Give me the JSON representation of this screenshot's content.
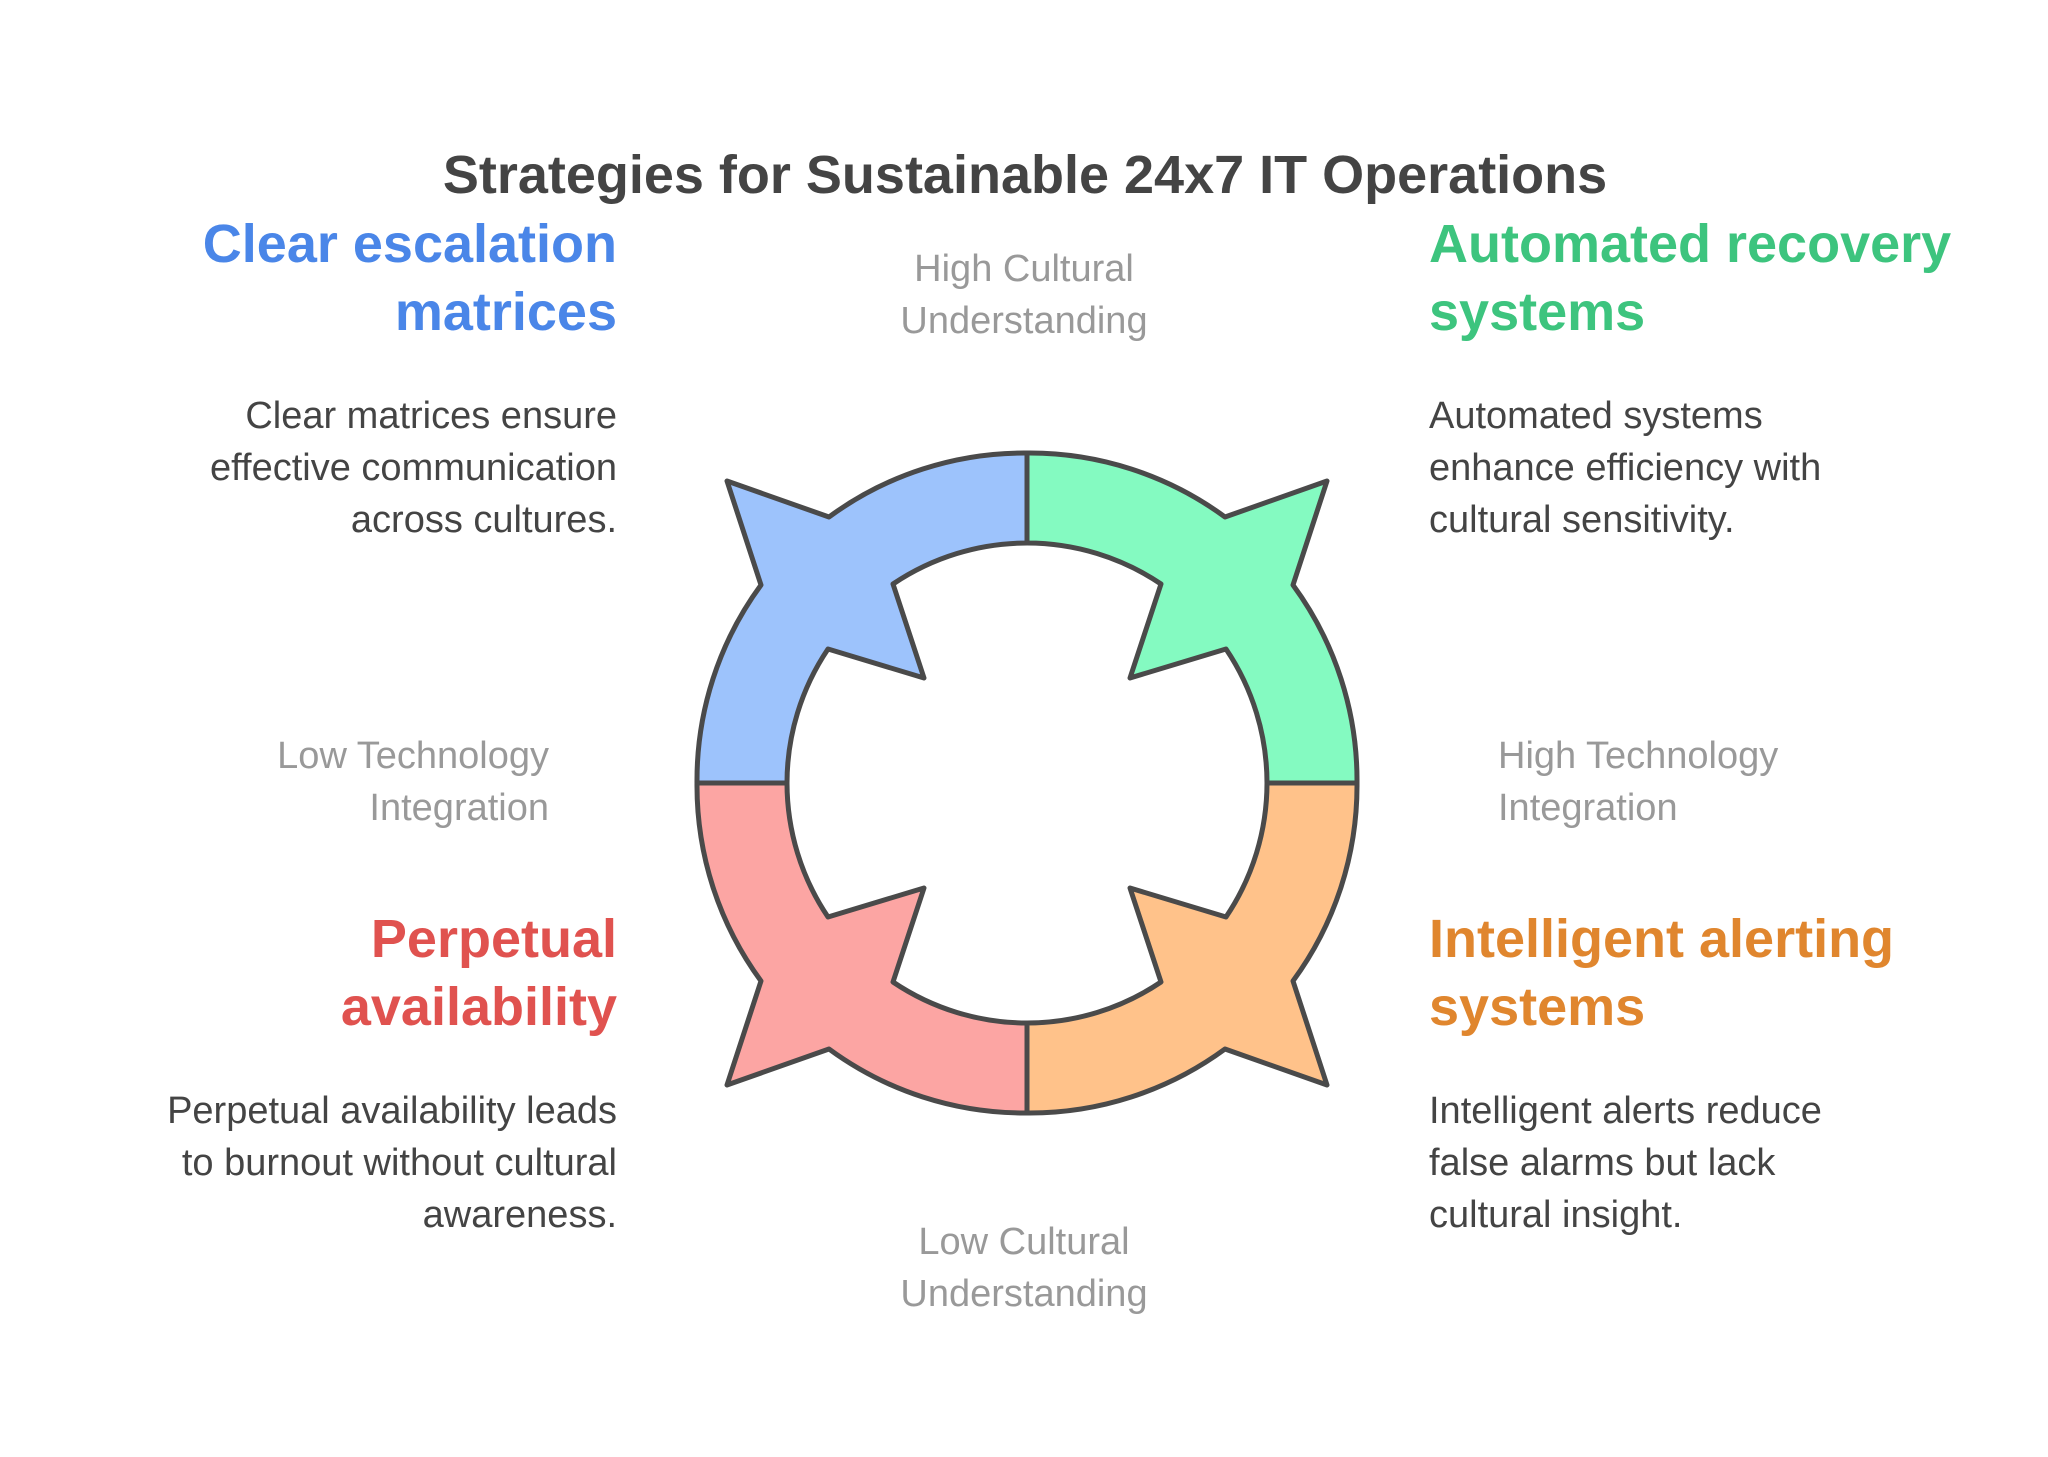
{
  "title": "Strategies for Sustainable 24x7 IT Operations",
  "axes": {
    "top": [
      "High Cultural",
      "Understanding"
    ],
    "bottom": [
      "Low Cultural",
      "Understanding"
    ],
    "left": [
      "Low Technology",
      "Integration"
    ],
    "right": [
      "High Technology",
      "Integration"
    ]
  },
  "quadrants": {
    "top_left": {
      "heading": [
        "Clear escalation",
        "matrices"
      ],
      "body": [
        "Clear matrices ensure",
        "effective communication",
        "across cultures."
      ],
      "color": "#4A86E8",
      "fill": "#9DC3FC"
    },
    "top_right": {
      "heading": [
        "Automated recovery",
        "systems"
      ],
      "body": [
        "Automated systems",
        "enhance efficiency with",
        "cultural sensitivity."
      ],
      "color": "#3DC47E",
      "fill": "#84FAC1"
    },
    "bottom_left": {
      "heading": [
        "Perpetual",
        "availability"
      ],
      "body": [
        "Perpetual availability leads",
        "to burnout without cultural",
        "awareness."
      ],
      "color": "#E0524F",
      "fill": "#FCA5A3"
    },
    "bottom_right": {
      "heading": [
        "Intelligent alerting",
        "systems"
      ],
      "body": [
        "Intelligent alerts reduce",
        "false alarms but lack",
        "cultural insight."
      ],
      "color": "#E0862E",
      "fill": "#FFC28A"
    }
  }
}
